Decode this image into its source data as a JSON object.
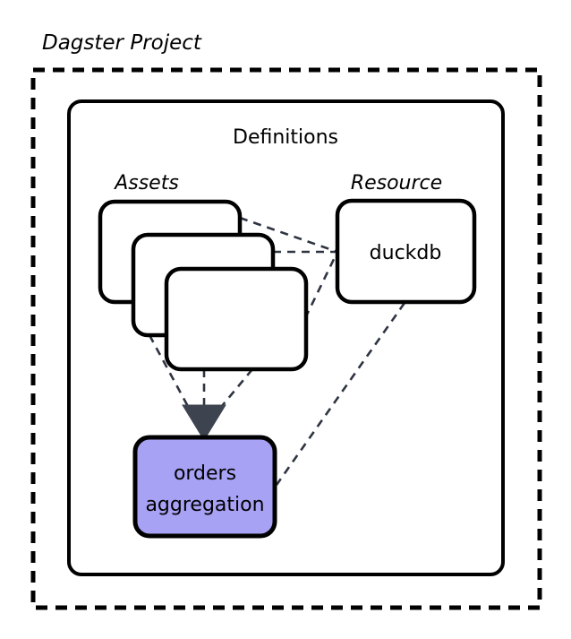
{
  "diagram": {
    "type": "architecture-block-diagram",
    "background_color": "#ffffff",
    "title": "Dagster Project",
    "outer_container": {
      "label": "Dagster Project",
      "border_style": "dashed",
      "border_color": "#000000"
    },
    "inner_container": {
      "label": "Definitions",
      "border_style": "solid",
      "border_color": "#000000"
    },
    "sections": [
      {
        "id": "assets",
        "label": "Assets"
      },
      {
        "id": "resource",
        "label": "Resource"
      }
    ],
    "nodes": [
      {
        "id": "asset-card-1",
        "label": "",
        "fill": "#ffffff",
        "stroke": "#000000"
      },
      {
        "id": "asset-card-2",
        "label": "",
        "fill": "#ffffff",
        "stroke": "#000000"
      },
      {
        "id": "asset-card-3",
        "label": "",
        "fill": "#ffffff",
        "stroke": "#000000"
      },
      {
        "id": "duckdb",
        "label": "duckdb",
        "fill": "#ffffff",
        "stroke": "#000000"
      },
      {
        "id": "orders-aggregation",
        "label_line_1": "orders",
        "label_line_2": "aggregation",
        "fill": "#a8a2f5",
        "stroke": "#000000"
      }
    ],
    "edges": [
      {
        "from": "asset-card-1",
        "to": "duckdb",
        "style": "dashed"
      },
      {
        "from": "asset-card-2",
        "to": "duckdb",
        "style": "dashed"
      },
      {
        "from": "asset-card-3",
        "to": "duckdb",
        "style": "dashed"
      },
      {
        "from": "asset-card-2",
        "to": "orders-aggregation",
        "style": "dashed",
        "arrow": true
      },
      {
        "from": "asset-card-3",
        "to": "orders-aggregation",
        "style": "dashed",
        "arrow": true
      },
      {
        "from": "asset-card-3-right",
        "to": "orders-aggregation",
        "style": "dashed",
        "arrow": true
      },
      {
        "from": "duckdb",
        "to": "orders-aggregation",
        "style": "dashed"
      }
    ],
    "colors": {
      "accent_purple": "#a8a2f5",
      "arrow_head": "#3d4450",
      "edge_line": "#2e3440",
      "stroke_black": "#000000"
    }
  }
}
